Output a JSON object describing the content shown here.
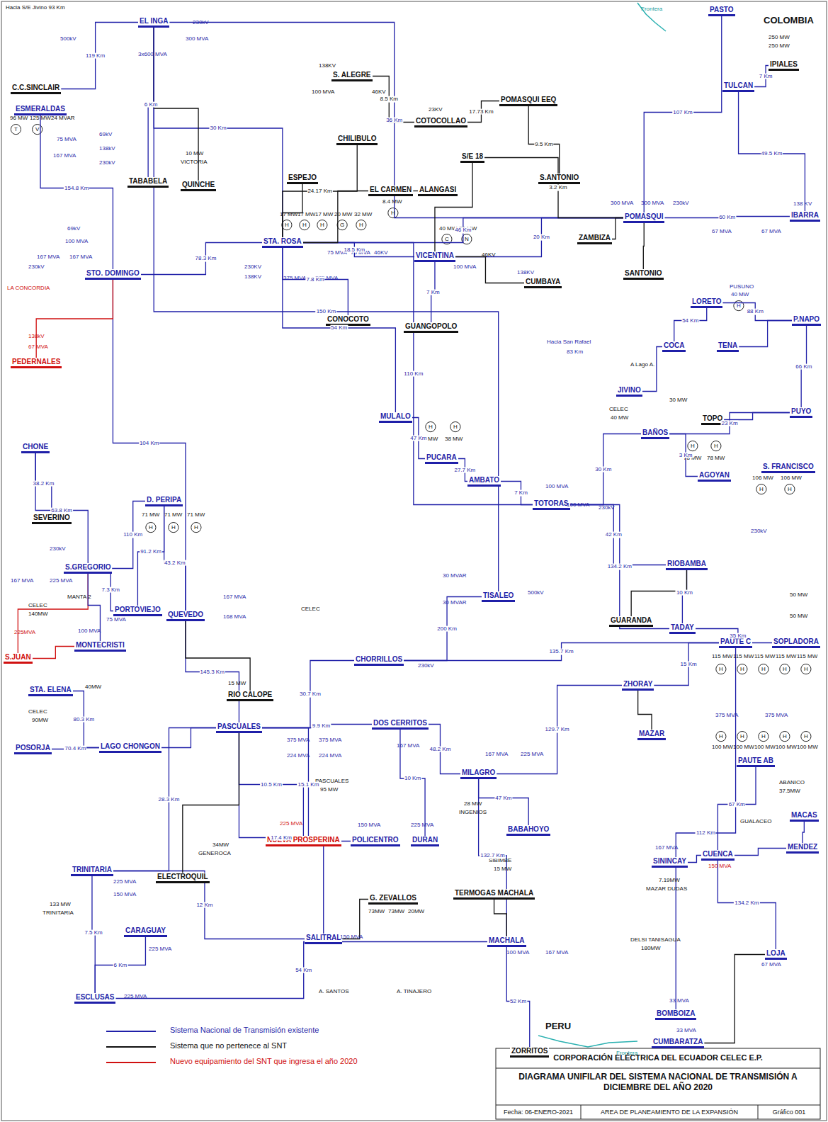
{
  "diagram": {
    "title": "DIAGRAMA UNIFILAR DEL SISTEMA NACIONAL DE TRANSMISIÓN A DICIEMBRE DEL AÑO 2020",
    "nodes": [
      {
        "text": [
          "EL INGA"
        ]
      },
      {
        "text": [
          "C.C.SINCLAIR"
        ]
      },
      {
        "text": [
          "TABABELA"
        ]
      },
      {
        "text": [
          "QUINCHE"
        ]
      },
      {
        "text": [
          "S. ALEGRE"
        ]
      },
      {
        "text": [
          "COTOCOLLAO"
        ]
      },
      {
        "text": [
          "CHILIBULO"
        ]
      },
      {
        "text": [
          "ESPEJO"
        ]
      },
      {
        "text": [
          "POMASQUI EEQ"
        ]
      },
      {
        "text": [
          "S.ANTONIO"
        ]
      },
      {
        "text": [
          "S/E 18"
        ]
      },
      {
        "text": [
          "POMASQUI"
        ]
      },
      {
        "text": [
          "ZAMBIZA"
        ]
      },
      {
        "text": [
          "STA. ROSA"
        ]
      },
      {
        "text": [
          "EL CARMEN"
        ]
      },
      {
        "text": [
          "ALANGASI"
        ]
      },
      {
        "text": [
          "VICENTINA"
        ]
      },
      {
        "text": [
          "CUMBAYA"
        ]
      },
      {
        "text": [
          "SANTONIO"
        ]
      },
      {
        "text": [
          "CONOCOTO"
        ]
      },
      {
        "text": [
          "GUANGOPOLO"
        ]
      },
      {
        "text": [
          "PASTO"
        ]
      },
      {
        "text": [
          "IPIALES"
        ]
      },
      {
        "text": [
          "TULCAN"
        ]
      },
      {
        "text": [
          "IBARRA"
        ]
      },
      {
        "text": [
          "ESMERALDAS"
        ]
      },
      {
        "text": [
          "STO. DOMINGO"
        ]
      },
      {
        "text": [
          "PEDERNALES"
        ]
      },
      {
        "text": [
          "LORETO"
        ]
      },
      {
        "text": [
          "COCA"
        ]
      },
      {
        "text": [
          "TENA"
        ]
      },
      {
        "text": [
          "P.NAPO"
        ]
      },
      {
        "text": [
          "JIVINO"
        ]
      },
      {
        "text": [
          "TOPO"
        ]
      },
      {
        "text": [
          "PUYO"
        ]
      },
      {
        "text": [
          "MULALO"
        ]
      },
      {
        "text": [
          "PUCARA"
        ]
      },
      {
        "text": [
          "AMBATO"
        ]
      },
      {
        "text": [
          "BAÑOS"
        ]
      },
      {
        "text": [
          "AGOYAN"
        ]
      },
      {
        "text": [
          "S. FRANCISCO"
        ]
      },
      {
        "text": [
          "TOTORAS"
        ]
      },
      {
        "text": [
          "CHONE"
        ]
      },
      {
        "text": [
          "SEVERINO"
        ]
      },
      {
        "text": [
          "D. PERIPA"
        ]
      },
      {
        "text": [
          "S.GREGORIO"
        ]
      },
      {
        "text": [
          "PORTOVIEJO"
        ]
      },
      {
        "text": [
          "QUEVEDO"
        ]
      },
      {
        "text": [
          "MONTECRISTI"
        ]
      },
      {
        "text": [
          "S.JUAN"
        ]
      },
      {
        "text": [
          "RIO CALOPE"
        ]
      },
      {
        "text": [
          "TISALEO"
        ]
      },
      {
        "text": [
          "RIOBAMBA"
        ]
      },
      {
        "text": [
          "GUARANDA"
        ]
      },
      {
        "text": [
          "TADAY"
        ]
      },
      {
        "text": [
          "SOPLADORA"
        ]
      },
      {
        "text": [
          "CHORRILLOS"
        ]
      },
      {
        "text": [
          "PASCUALES"
        ]
      },
      {
        "text": [
          "DOS CERRITOS"
        ]
      },
      {
        "text": [
          "ZHORAY"
        ]
      },
      {
        "text": [
          "MAZAR"
        ]
      },
      {
        "text": [
          "PAUTE C"
        ]
      },
      {
        "text": [
          "PAUTE AB"
        ]
      },
      {
        "text": [
          "MILAGRO"
        ]
      },
      {
        "text": [
          "STA. ELENA"
        ]
      },
      {
        "text": [
          "LAGO CHONGON"
        ]
      },
      {
        "text": [
          "POSORJA"
        ]
      },
      {
        "text": [
          "NUEVA PROSPERINA"
        ]
      },
      {
        "text": [
          "POLICENTRO"
        ]
      },
      {
        "text": [
          "DURAN"
        ]
      },
      {
        "text": [
          "BABAHOYO"
        ]
      },
      {
        "text": [
          "ELECTROQUIL"
        ]
      },
      {
        "text": [
          "TRINITARIA"
        ]
      },
      {
        "text": [
          "SALITRAL"
        ]
      },
      {
        "text": [
          "CARAGUAY"
        ]
      },
      {
        "text": [
          "ESCLUSAS"
        ]
      },
      {
        "text": [
          "MACHALA"
        ]
      },
      {
        "text": [
          "ZORRITOS"
        ]
      },
      {
        "text": [
          "BOMBOIZA"
        ]
      },
      {
        "text": [
          "SININCAY"
        ]
      },
      {
        "text": [
          "CUENCA"
        ]
      },
      {
        "text": [
          "LOJA"
        ]
      },
      {
        "text": [
          "CUMBARATZA"
        ]
      },
      {
        "text": [
          "MACAS"
        ]
      },
      {
        "text": [
          "MENDEZ"
        ]
      },
      {
        "text": [
          "G. ZEVALLOS"
        ]
      },
      {
        "text": [
          "TERMOGAS MACHALA"
        ]
      }
    ],
    "edges": [
      {
        "from": 13,
        "to": 0,
        "arrow": "none",
        "label": "30 Km"
      },
      {
        "from": 0,
        "to": 11,
        "arrow": "none",
        "label": "36 Km"
      },
      {
        "from": 13,
        "to": 11,
        "arrow": "none",
        "label": "46 Km"
      },
      {
        "from": 0,
        "to": 2,
        "arrow": "none",
        "label": "6 Km"
      },
      {
        "from": 0,
        "to": 3,
        "arrow": "none"
      },
      {
        "from": 1,
        "to": 0,
        "arrow": "none",
        "label": "119 Km"
      },
      {
        "from": 11,
        "to": 21,
        "arrow": "none",
        "label": "107 Km"
      },
      {
        "from": 11,
        "to": 24,
        "arrow": "none",
        "label": "60 Km"
      },
      {
        "from": 24,
        "to": 23,
        "arrow": "none",
        "label": "49.5 Km"
      },
      {
        "from": 23,
        "to": 22,
        "arrow": "none",
        "label": "7 Km"
      },
      {
        "from": 13,
        "to": 16,
        "arrow": "none",
        "label": "18.5 Km"
      },
      {
        "from": 13,
        "to": 19,
        "arrow": "none",
        "label": "7.8 Km"
      },
      {
        "from": 16,
        "to": 20,
        "arrow": "none",
        "label": "7 Km"
      },
      {
        "from": 16,
        "to": 11,
        "arrow": "none",
        "label": "20 Km"
      },
      {
        "from": 13,
        "to": 26,
        "arrow": "none",
        "label": "78.3 Km"
      },
      {
        "from": 13,
        "to": 41,
        "arrow": "none",
        "label": "110 Km"
      },
      {
        "from": 13,
        "to": 35,
        "arrow": "none",
        "label": "54 Km"
      },
      {
        "from": 35,
        "to": 36,
        "arrow": "none",
        "label": "47 Km"
      },
      {
        "from": 36,
        "to": 37,
        "arrow": "none",
        "label": "27.7 Km"
      },
      {
        "from": 37,
        "to": 41,
        "arrow": "none",
        "label": "7 Km"
      },
      {
        "from": 26,
        "to": 25,
        "arrow": "none",
        "label": "154.8 Km"
      },
      {
        "from": 26,
        "to": 47,
        "arrow": "none",
        "label": "104 Km"
      },
      {
        "from": 26,
        "to": 27,
        "arrow": "none"
      },
      {
        "from": 0,
        "to": 51,
        "arrow": "none",
        "label": "150 Km"
      },
      {
        "from": 44,
        "to": 47,
        "arrow": "none",
        "label": "43.2 Km"
      },
      {
        "from": 44,
        "to": 46,
        "arrow": "none",
        "label": "91.2 Km"
      },
      {
        "from": 45,
        "to": 46,
        "arrow": "none",
        "label": "7.3 Km"
      },
      {
        "from": 42,
        "to": 43,
        "arrow": "none",
        "label": "38.2 Km"
      },
      {
        "from": 45,
        "to": 42,
        "arrow": "none",
        "label": "63.8 Km"
      },
      {
        "from": 45,
        "to": 44,
        "arrow": "none",
        "label": "110 Km"
      },
      {
        "from": 45,
        "to": 49,
        "arrow": "none"
      },
      {
        "from": 45,
        "to": 48,
        "arrow": "none"
      },
      {
        "from": 47,
        "to": 57,
        "arrow": "none",
        "label": "145.3 Km"
      },
      {
        "from": 47,
        "to": 50,
        "arrow": "none"
      },
      {
        "from": 51,
        "to": 56,
        "arrow": "none",
        "label": "200 Km"
      },
      {
        "from": 41,
        "to": 52,
        "arrow": "none",
        "label": "42 Km"
      },
      {
        "from": 41,
        "to": 38,
        "arrow": "none",
        "label": "30 Km"
      },
      {
        "from": 38,
        "to": 34,
        "arrow": "none",
        "label": "23 Km"
      },
      {
        "from": 38,
        "to": 39,
        "arrow": "none",
        "label": "3 Km"
      },
      {
        "from": 54,
        "to": 55,
        "arrow": "none",
        "label": "35 Km"
      },
      {
        "from": 52,
        "to": 54,
        "arrow": "none",
        "label": "10 Km"
      },
      {
        "from": 52,
        "to": 53,
        "arrow": "none"
      },
      {
        "from": 41,
        "to": 54,
        "arrow": "none",
        "label": "134.2 Km"
      },
      {
        "from": 56,
        "to": 57,
        "arrow": "none",
        "label": "30.7 Km"
      },
      {
        "from": 57,
        "to": 58,
        "arrow": "none",
        "label": "9.9 Km"
      },
      {
        "from": 58,
        "to": 63,
        "arrow": "none",
        "label": "48.2 Km"
      },
      {
        "from": 63,
        "to": 59,
        "arrow": "none",
        "label": "129.7 Km"
      },
      {
        "from": 56,
        "to": 61,
        "arrow": "none",
        "label": "135.7 Km"
      },
      {
        "from": 59,
        "to": 61,
        "arrow": "none",
        "label": "15 Km"
      },
      {
        "from": 59,
        "to": 60,
        "arrow": "none"
      },
      {
        "from": 63,
        "to": 70,
        "arrow": "none",
        "label": "47 Km"
      },
      {
        "from": 63,
        "to": 76,
        "arrow": "none",
        "label": "132.7 Km"
      },
      {
        "from": 57,
        "to": 67,
        "arrow": "none",
        "label": "10.5 Km"
      },
      {
        "from": 57,
        "to": 68,
        "arrow": "none",
        "label": "15.1 Km"
      },
      {
        "from": 57,
        "to": 73,
        "arrow": "none",
        "label": "17.4 Km"
      },
      {
        "from": 58,
        "to": 69,
        "arrow": "none",
        "label": "10 Km"
      },
      {
        "from": 65,
        "to": 64,
        "arrow": "none",
        "label": "80.3 Km"
      },
      {
        "from": 65,
        "to": 66,
        "arrow": "none",
        "label": "70.4 Km"
      },
      {
        "from": 57,
        "to": 65,
        "arrow": "none"
      },
      {
        "from": 57,
        "to": 72,
        "arrow": "none",
        "label": "28.3 Km"
      },
      {
        "from": 72,
        "to": 73,
        "arrow": "none",
        "label": "12 Km"
      },
      {
        "from": 72,
        "to": 75,
        "arrow": "none",
        "label": "7.5 Km"
      },
      {
        "from": 74,
        "to": 75,
        "arrow": "none",
        "label": "6 Km"
      },
      {
        "from": 75,
        "to": 76,
        "arrow": "none",
        "label": "54 Km"
      },
      {
        "from": 76,
        "to": 77,
        "arrow": "none",
        "label": "52 Km"
      },
      {
        "from": 62,
        "to": 80,
        "arrow": "none",
        "label": "67 Km"
      },
      {
        "from": 80,
        "to": 81,
        "arrow": "none",
        "label": "134.2 Km"
      },
      {
        "from": 81,
        "to": 82,
        "arrow": "none"
      },
      {
        "from": 80,
        "to": 79,
        "arrow": "none"
      },
      {
        "from": 61,
        "to": 78,
        "arrow": "none",
        "label": "112 Km"
      },
      {
        "from": 29,
        "to": 28,
        "arrow": "none",
        "label": "54 Km"
      },
      {
        "from": 28,
        "to": 31,
        "arrow": "none",
        "label": "88 Km"
      },
      {
        "from": 31,
        "to": 34,
        "arrow": "none",
        "label": "66 Km"
      },
      {
        "from": 31,
        "to": 30,
        "arrow": "none"
      },
      {
        "from": 32,
        "to": 29,
        "arrow": "none"
      },
      {
        "from": 33,
        "to": 34,
        "arrow": "none"
      },
      {
        "from": 80,
        "to": 84,
        "arrow": "none"
      },
      {
        "from": 84,
        "to": 83,
        "arrow": "none"
      },
      {
        "from": 71,
        "to": 57,
        "arrow": "none"
      },
      {
        "from": 85,
        "to": 73,
        "arrow": "none"
      },
      {
        "from": 86,
        "to": 76,
        "arrow": "none"
      },
      {
        "from": 11,
        "to": 12,
        "arrow": "none"
      },
      {
        "from": 11,
        "to": 18,
        "arrow": "none"
      },
      {
        "from": 13,
        "to": 14,
        "arrow": "none"
      },
      {
        "from": 8,
        "to": 9,
        "arrow": "none",
        "label": "9.5 Km"
      },
      {
        "from": 4,
        "to": 5,
        "arrow": "none",
        "label": "8.5 Km"
      },
      {
        "from": 5,
        "to": 8,
        "arrow": "none",
        "label": "17.73 Km"
      },
      {
        "from": 13,
        "to": 6,
        "arrow": "none",
        "label": "24.17 Km"
      },
      {
        "from": 13,
        "to": 7,
        "arrow": "none"
      },
      {
        "from": 10,
        "to": 11,
        "arrow": "none",
        "label": "3.2 Km"
      },
      {
        "from": 16,
        "to": 17,
        "arrow": "none"
      },
      {
        "from": 15,
        "to": 14,
        "arrow": "none"
      },
      {
        "from": 16,
        "to": 10,
        "arrow": "none"
      },
      {
        "from": 49,
        "to": 48,
        "arrow": "none"
      }
    ],
    "labels": [
      "Hacia S/E Jivino 93 Km",
      "500kV",
      "230kV",
      "3x600 MVA",
      "300 MVA",
      "10 MW",
      "VICTORIA",
      "96 MW",
      "125 MW",
      "T",
      "V",
      "24 MVAR",
      "69kV",
      "75 MVA",
      "138kV",
      "167 MVA",
      "230kV",
      "LA CONCORDIA",
      "138kV",
      "67 MVA",
      "69kV",
      "100 MVA",
      "167 MVA",
      "167 MVA",
      "230kV",
      "138KV",
      "100 MVA",
      "46KV",
      "23KV",
      "17 MW",
      "17 MW",
      "17 MW",
      "H",
      "H",
      "H",
      "20 MW",
      "32 MW",
      "G",
      "H",
      "75 MVA",
      "75 MVA",
      "46KV",
      "375 MVA",
      "375 MVA",
      "230KV",
      "138KV",
      "8.4 MW",
      "H",
      "40 MW",
      "30 MW",
      "C",
      "N",
      "100 MVA",
      "46KV",
      "138KV",
      "Frontera",
      "COLOMBIA",
      "250 MW",
      "250 MW",
      "300 MVA",
      "300 MVA",
      "230kV",
      "138 KV",
      "67 MVA",
      "67 MVA",
      "PUSUNO",
      "40 MW",
      "H",
      "Hacia San Rafael",
      "83 Km",
      "A Lago A.",
      "CELEC",
      "40 MW",
      "30 MW",
      "H",
      "H",
      "78 MW",
      "78 MW",
      "106 MW",
      "106 MW",
      "H",
      "H",
      "230kV",
      "H",
      "H",
      "38 MW",
      "38 MW",
      "100 MVA",
      "100 MVA",
      "230kV",
      "71 MW",
      "71 MW",
      "71 MW",
      "H",
      "H",
      "H",
      "230kV",
      "167 MVA",
      "225 MVA",
      "75 MVA",
      "MANTA 2",
      "CELEC",
      "140MW",
      "100 MVA",
      "225MVA",
      "167 MVA",
      "168 MVA",
      "15 MW",
      "500kV",
      "30 MVAR",
      "30 MVAR",
      "CELEC",
      "230kV",
      "50 MW",
      "50 MW",
      "115 MW",
      "115 MW",
      "115 MW",
      "115 MW",
      "115 MW",
      "H",
      "H",
      "H",
      "H",
      "H",
      "375 MVA",
      "375 MVA",
      "H",
      "H",
      "H",
      "H",
      "H",
      "100 MW",
      "100 MW",
      "100 MW",
      "100 MW",
      "100 MW",
      "375 MVA",
      "375 MVA",
      "224 MVA",
      "224 MVA",
      "PASCUALES",
      "95 MW",
      "167 MVA",
      "167 MVA",
      "225 MVA",
      "28 MW",
      "INGENIOS",
      "SIBIMBE",
      "15 MW",
      "225 MVA",
      "150 MVA",
      "225 MVA",
      "CELEC",
      "90MW",
      "40MW",
      "34MW",
      "GENEROCA",
      "225 MVA",
      "150 MVA",
      "133 MW",
      "TRINITARIA",
      "150 MVA",
      "A. SANTOS",
      "A. TINAJERO",
      "73MW",
      "73MW",
      "20MW",
      "225 MVA",
      "225 MVA",
      "100 MVA",
      "167 MVA",
      "PERU",
      "Frontera",
      "33 MVA",
      "167 MVA",
      "7.19MW",
      "MAZAR DUDAS",
      "150 MVA",
      "67 MVA",
      "DELSI TANISAGUA",
      "180MW",
      "33 MVA",
      "ABANICO",
      "37.5MW",
      "GUALACEO",
      "CORPORACIÓN ELÉCTRICA DEL ECUADOR CELEC E.P.",
      "Fecha: 06-ENERO-2021",
      "AREA DE PLANEAMIENTO DE LA EXPANSIÓN",
      "Gráfico 001"
    ],
    "legend": [
      {
        "text": "Sistema Nacional de Transmisión existente"
      },
      {
        "text": "Sistema que no pertenece al SNT"
      },
      {
        "text": "Nuevo equipamiento del SNT que ingresa el año 2020"
      }
    ]
  }
}
